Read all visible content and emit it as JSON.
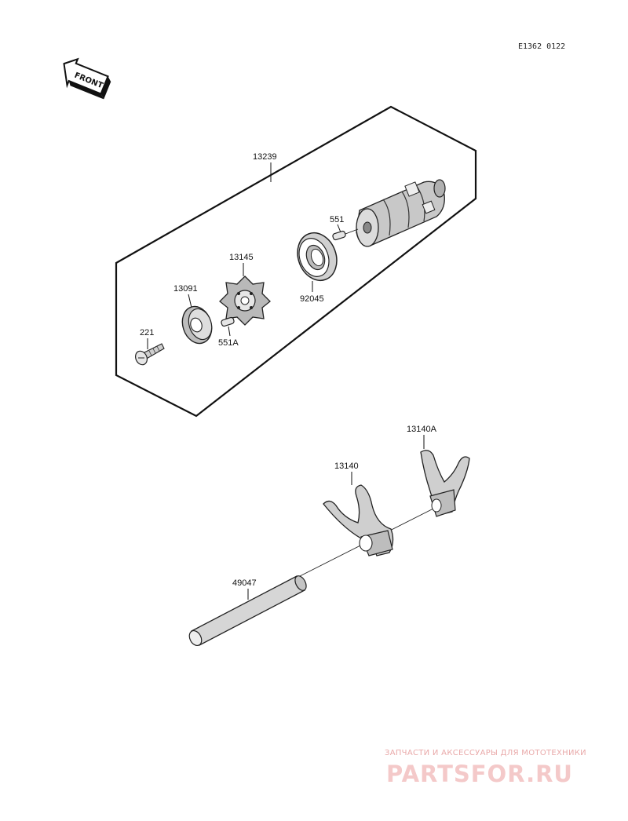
{
  "diagram": {
    "drawing_code": "E1362 0122",
    "front_label": "FRONT",
    "parts": [
      {
        "id": "p-13239",
        "number": "13239"
      },
      {
        "id": "p-551",
        "number": "551"
      },
      {
        "id": "p-13145",
        "number": "13145"
      },
      {
        "id": "p-13091",
        "number": "13091"
      },
      {
        "id": "p-92045",
        "number": "92045"
      },
      {
        "id": "p-221",
        "number": "221"
      },
      {
        "id": "p-551A",
        "number": "551A"
      },
      {
        "id": "p-13140A",
        "number": "13140A"
      },
      {
        "id": "p-13140",
        "number": "13140"
      },
      {
        "id": "p-49047",
        "number": "49047"
      }
    ]
  },
  "watermark": {
    "tagline": "ЗАПЧАСТИ И АКСЕССУАРЫ ДЛЯ МОТОТЕХНИКИ",
    "logo": "PARTSFOR.RU"
  }
}
